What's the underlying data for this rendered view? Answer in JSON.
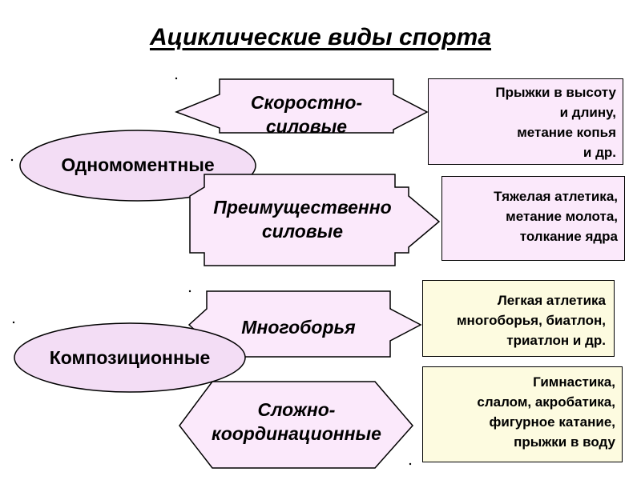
{
  "title": "Ациклические виды спорта",
  "groups": [
    {
      "label": "Одномоментные"
    },
    {
      "label": "Композиционные"
    }
  ],
  "categories": [
    {
      "label_lines": [
        "Скоростно-",
        "силовые"
      ]
    },
    {
      "label_lines": [
        "Преимущественно",
        "силовые"
      ]
    },
    {
      "label_lines": [
        "Многоборья"
      ]
    },
    {
      "label_lines": [
        "Сложно-",
        "координационные"
      ]
    }
  ],
  "examples": [
    {
      "lines": [
        "Прыжки в высоту",
        "и длину,",
        "метание копья",
        "и др."
      ]
    },
    {
      "lines": [
        "Тяжелая атлетика,",
        "метание молота,",
        "толкание ядра"
      ]
    },
    {
      "lines": [
        "Легкая атлетика",
        "многоборья, биатлон,",
        "триатлон и др."
      ]
    },
    {
      "lines": [
        "Гимнастика,",
        "слалом, акробатика,",
        "фигурное катание,",
        "прыжки в воду"
      ]
    }
  ],
  "colors": {
    "shape_fill": "#fbe9fb",
    "oval_fill": "#f3ddf5",
    "pink_box": "#fbe9fb",
    "yellow_box": "#fdfbe0",
    "stroke": "#000000"
  }
}
